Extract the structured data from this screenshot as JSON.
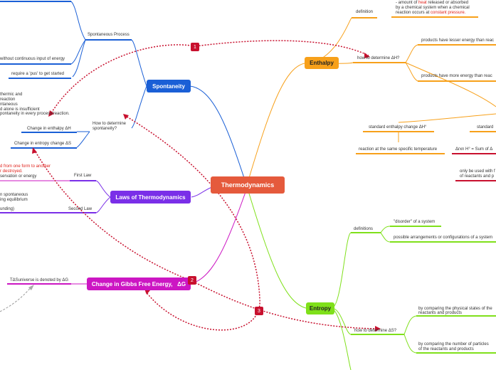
{
  "central": {
    "label": "Thermodynamics",
    "color": "#e55a3c"
  },
  "main_topics": {
    "spontaneity": {
      "label": "Spontaneity",
      "color": "#1a5fd6"
    },
    "laws": {
      "label": "Laws of Thermodynamics",
      "color": "#7a2fe8"
    },
    "gibbs": {
      "label": "Change in Gibbs Free Energy,   ΔG",
      "color": "#cc16c3"
    },
    "enthalpy": {
      "label": "Enthalpy",
      "color": "#f7a01a"
    },
    "entropy": {
      "label": "Entropy",
      "color": "#7fe01a"
    }
  },
  "spontaneity_branch": {
    "spontaneous_process": "Spontaneous Process",
    "without_input": "without continuous input of energy",
    "push": "require a 'pus' to get started",
    "how_to_determine": "How to determine\nspontaneity?",
    "enthalpy_change": "Change in enthalpy ΔH",
    "entropy_change": "Change in entropy change ΔS",
    "notes": [
      "thermic and",
      "reaction",
      "ntaneous",
      "d alone is insufficient",
      "pontaneity in every process/reaction."
    ]
  },
  "laws_branch": {
    "first_law": "First Law",
    "second_law": "Second Law",
    "first_law_text_red_1": "d from one form to another",
    "first_law_text_red_2": "r destroyed.",
    "first_law_text": "servation or energy",
    "second_law_text_1": "n spontaneous",
    "second_law_text_2": "ing equilibrium",
    "second_law_text_3": "unding)"
  },
  "gibbs_branch": {
    "tds": "TΔSuniverse is denoted by ΔG"
  },
  "enthalpy_branch": {
    "definition": "definition",
    "definition_text_1": "- amount of ",
    "definition_heat": "heat",
    "definition_text_2": " released or absorbed",
    "definition_text_3": "by a chemical system when a chemical",
    "definition_text_4": "reaction occurs at ",
    "definition_constant_pressure": "constant pressure.",
    "how_to_determine": "how to determine ΔH?",
    "lesser_energy": "products have lesser energy than reac",
    "more_energy": "products have more energy than reac",
    "standard_change": "standard enthalpy change ΔH°",
    "standard_other": "standard",
    "same_temperature": "reaction at the same specific temperature",
    "delta_rxn": "Δrxn H° = Sum of Δ",
    "only_used": "only be used with f",
    "reactants_products": "of reactants and p"
  },
  "entropy_branch": {
    "definitions": "definitions",
    "disorder": "\"disorder\" of a system",
    "arrangements": "possible arrangements or configurations of a system",
    "how_to_determine": "how to determine ΔS?",
    "physical_states_1": "by comparing the physical states of the",
    "physical_states_2": "reactants and products",
    "number_particles_1": "by comparing the number of particles",
    "number_particles_2": "of the reactants and products"
  },
  "badges": [
    "1",
    "2",
    "3"
  ]
}
